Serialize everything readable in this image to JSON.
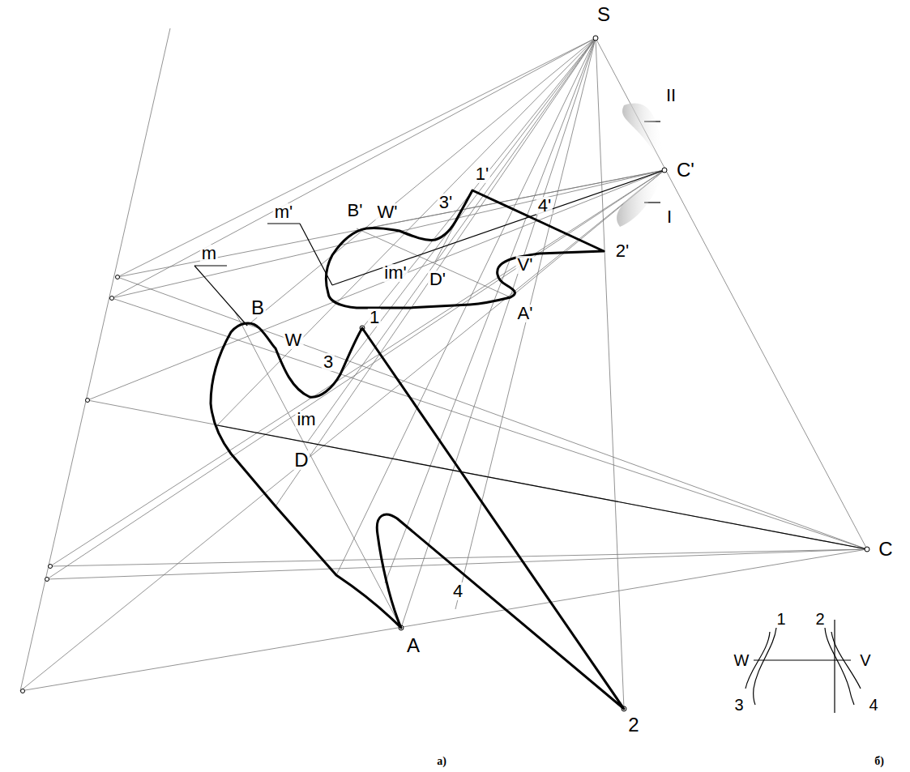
{
  "diagram": {
    "labels": [
      "S",
      "II",
      "C'",
      "I",
      "m'",
      "B'",
      "W'",
      "3'",
      "1'",
      "4'",
      "im'",
      "D'",
      "V'",
      "2'",
      "A'",
      "m",
      "B",
      "W",
      "3",
      "1",
      "im",
      "D",
      "C",
      "4",
      "A",
      "2",
      "а)",
      "б)",
      "1",
      "2",
      "W",
      "V",
      "3",
      "4"
    ]
  }
}
